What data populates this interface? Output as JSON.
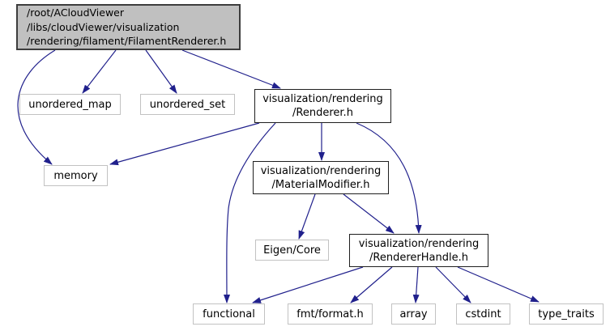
{
  "diagram": {
    "kind": "include-dependency-graph",
    "edge_color": "#20208c",
    "colors": {
      "root_fill": "#c0c0c0",
      "node_fill": "#ffffff",
      "linked_border": "#1f1f1f",
      "leaf_border": "#c2c2c2",
      "text": "#000000"
    },
    "nodes": {
      "filament_renderer": {
        "label": "/root/ACloudViewer\n/libs/cloudViewer/visualization\n/rendering/filament/FilamentRenderer.h"
      },
      "unordered_map": {
        "label": "unordered_map"
      },
      "unordered_set": {
        "label": "unordered_set"
      },
      "renderer": {
        "label": "visualization/rendering\n/Renderer.h"
      },
      "memory": {
        "label": "memory"
      },
      "material_modifier": {
        "label": "visualization/rendering\n/MaterialModifier.h"
      },
      "eigen_core": {
        "label": "Eigen/Core"
      },
      "renderer_handle": {
        "label": "visualization/rendering\n/RendererHandle.h"
      },
      "functional": {
        "label": "functional"
      },
      "fmt_format": {
        "label": "fmt/format.h"
      },
      "array": {
        "label": "array"
      },
      "cstdint": {
        "label": "cstdint"
      },
      "type_traits": {
        "label": "type_traits"
      }
    },
    "edges": [
      {
        "from": "filament_renderer",
        "to": "unordered_map"
      },
      {
        "from": "filament_renderer",
        "to": "unordered_set"
      },
      {
        "from": "filament_renderer",
        "to": "renderer"
      },
      {
        "from": "filament_renderer",
        "to": "memory"
      },
      {
        "from": "renderer",
        "to": "memory"
      },
      {
        "from": "renderer",
        "to": "material_modifier"
      },
      {
        "from": "renderer",
        "to": "renderer_handle"
      },
      {
        "from": "renderer",
        "to": "functional"
      },
      {
        "from": "material_modifier",
        "to": "eigen_core"
      },
      {
        "from": "material_modifier",
        "to": "renderer_handle"
      },
      {
        "from": "renderer_handle",
        "to": "functional"
      },
      {
        "from": "renderer_handle",
        "to": "fmt_format"
      },
      {
        "from": "renderer_handle",
        "to": "array"
      },
      {
        "from": "renderer_handle",
        "to": "cstdint"
      },
      {
        "from": "renderer_handle",
        "to": "type_traits"
      }
    ]
  }
}
